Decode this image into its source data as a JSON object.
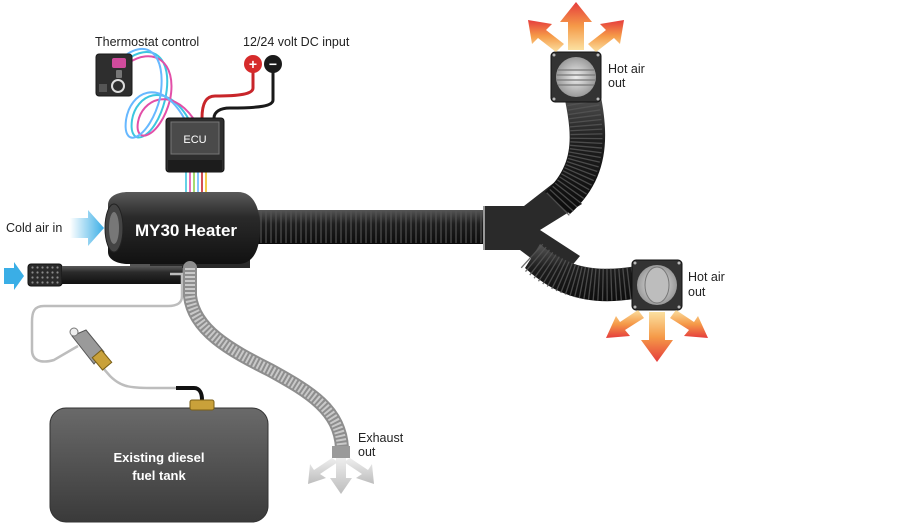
{
  "labels": {
    "thermostat": "Thermostat control",
    "power_input": "12/24 volt DC input",
    "ecu": "ECU",
    "heater": "MY30 Heater",
    "cold_air": "Cold air in",
    "hot_air_top_line1": "Hot air",
    "hot_air_top_line2": "out",
    "hot_air_right_line1": "Hot air",
    "hot_air_right_line2": "out",
    "exhaust_line1": "Exhaust",
    "exhaust_line2": "out",
    "fuel_tank_line1": "Existing diesel",
    "fuel_tank_line2": "fuel tank",
    "plus": "+",
    "minus": "−"
  },
  "colors": {
    "heater_body": "#2a2a2a",
    "duct": "#1e1e1e",
    "cold_air": "#4fb8e8",
    "hot_air_from": "#f7c04a",
    "hot_air_to": "#e8403a",
    "positive_terminal": "#d62b2b",
    "negative_terminal": "#1a1a1a",
    "fuel_tank": "#4a4a4a",
    "exhaust_pipe": "#b8b8b8"
  }
}
